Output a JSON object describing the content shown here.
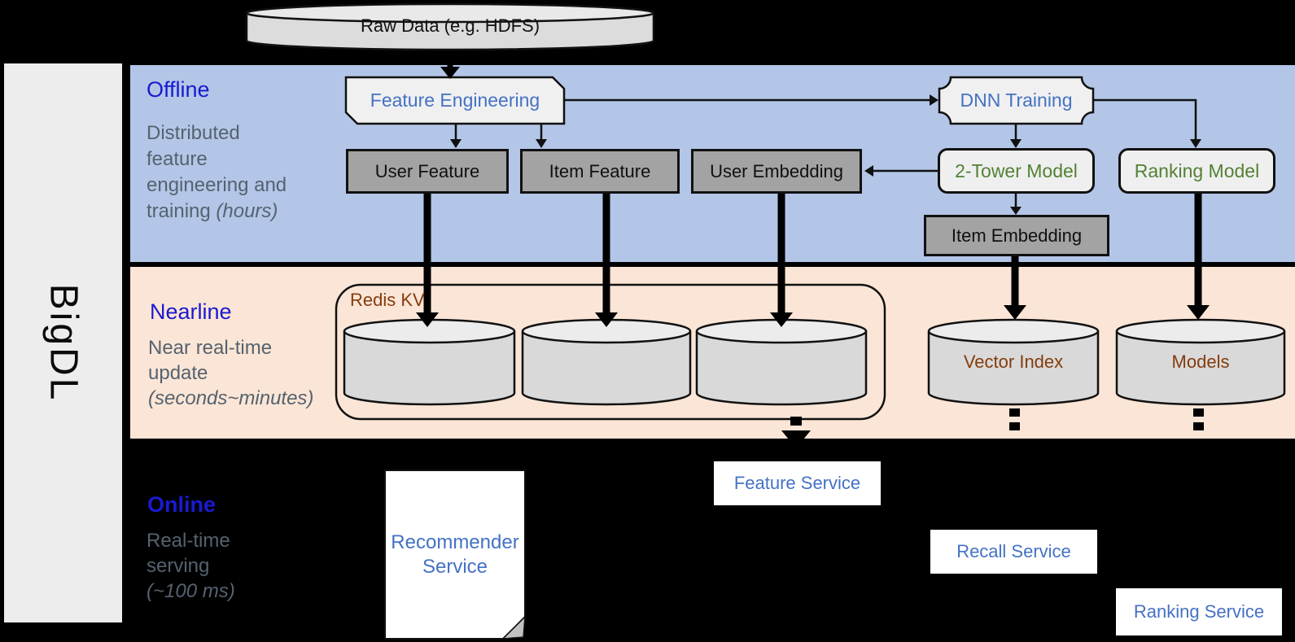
{
  "brand": {
    "logo": "BigDL"
  },
  "raw_data": {
    "label": "Raw Data (e.g. HDFS)"
  },
  "bands": {
    "offline": {
      "title": "Offline",
      "lines": [
        {
          "n": "Distributed",
          "i": ""
        },
        {
          "n": "feature",
          "i": ""
        },
        {
          "n": "engineering and",
          "i": ""
        },
        {
          "n": "training ",
          "i": "(hours)"
        }
      ]
    },
    "nearline": {
      "title": "Nearline",
      "lines": [
        {
          "n": "Near real-time",
          "i": ""
        },
        {
          "n": "update",
          "i": ""
        },
        {
          "n": "",
          "i": "(seconds~minutes)"
        }
      ]
    },
    "online": {
      "title": "Online",
      "lines": [
        {
          "n": "Real-time",
          "i": ""
        },
        {
          "n": "serving",
          "i": ""
        },
        {
          "n": "",
          "i": "(~100 ms)"
        }
      ]
    }
  },
  "nodes": {
    "feature_engineering": "Feature Engineering",
    "dnn_training": "DNN Training",
    "user_feature": "User Feature",
    "item_feature": "Item Feature",
    "user_embedding": "User Embedding",
    "two_tower_model": "2-Tower Model",
    "ranking_model": "Ranking Model",
    "item_embedding": "Item Embedding",
    "redis_kv": "Redis KV",
    "vector_index": "Vector Index",
    "models": "Models",
    "recommender_service": "Recommender Service",
    "feature_service": "Feature Service",
    "recall_service": "Recall Service",
    "ranking_service": "Ranking Service"
  },
  "colors": {
    "background": "#000000",
    "sidebar": "#ededed",
    "offline_band": "#b3c6e7",
    "nearline_band": "#fbe5d6",
    "dark_box": "#a3a3a3",
    "light_box": "#efefef",
    "cylinder_body": "#d9d9d9",
    "cylinder_top": "#ececec",
    "section_title_blue": "#1a1ad0",
    "subtitle_gray": "#55626f",
    "node_text_blue": "#4472c4",
    "model_text_green": "#538135",
    "storage_text_brown": "#843c0c"
  }
}
